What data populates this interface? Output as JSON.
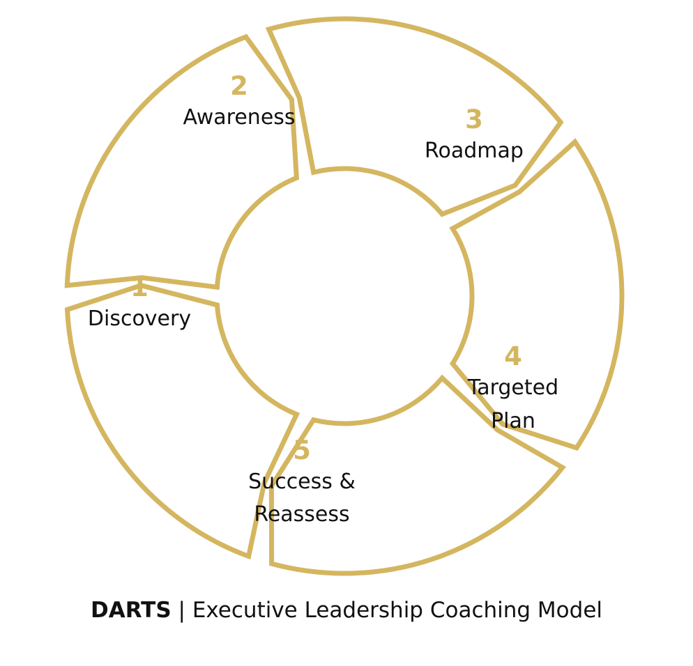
{
  "colors": {
    "accent": "#D4B660",
    "text": "#111111",
    "background": "#FFFFFF"
  },
  "diagram": {
    "steps": [
      {
        "number": "1",
        "label_lines": [
          "Discovery"
        ]
      },
      {
        "number": "2",
        "label_lines": [
          "Awareness"
        ]
      },
      {
        "number": "3",
        "label_lines": [
          "Roadmap"
        ]
      },
      {
        "number": "4",
        "label_lines": [
          "Targeted",
          "Plan"
        ]
      },
      {
        "number": "5",
        "label_lines": [
          "Success &",
          "Reassess"
        ]
      }
    ]
  },
  "caption": {
    "brand": "DARTS",
    "separator": " | ",
    "subtitle": "Executive Leadership Coaching Model"
  }
}
